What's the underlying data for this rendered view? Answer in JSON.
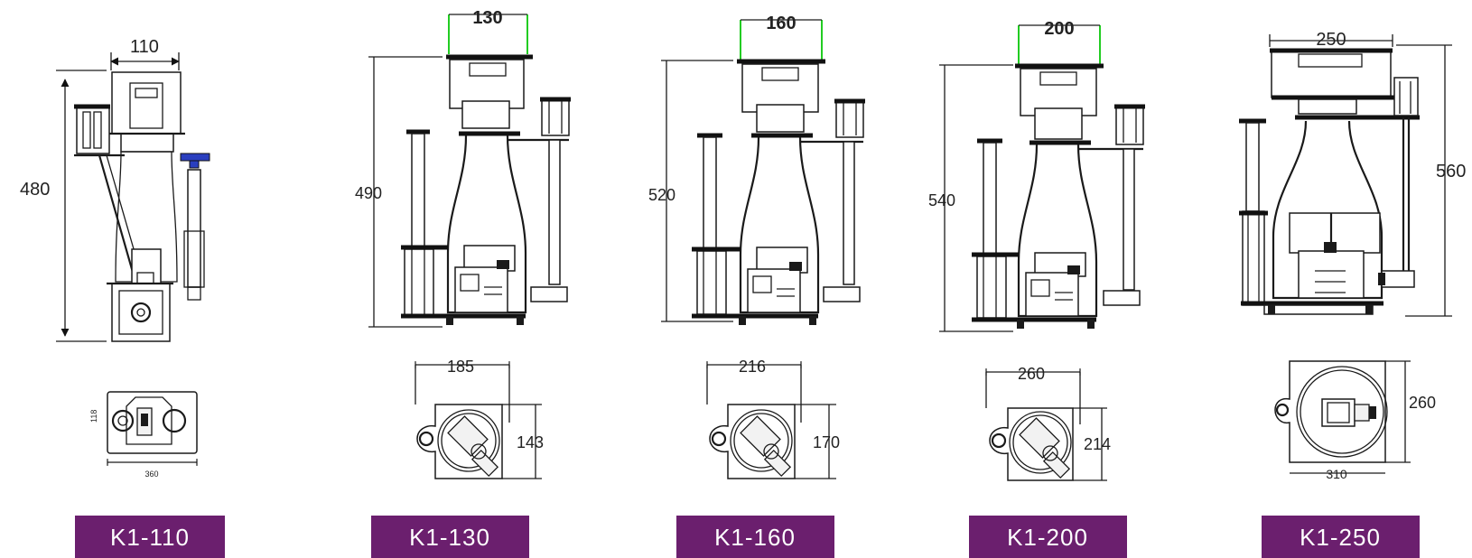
{
  "colors": {
    "badge": "#6b1f6e",
    "badge_text": "#ffffff",
    "accent_dim": "#22cc22",
    "pump_blue": "#2a3fbf"
  },
  "models": [
    {
      "label": "K1-110",
      "width_dim": "110",
      "height_dim": "480",
      "base_width_dim": "360",
      "base_depth_dim": "118"
    },
    {
      "label": "K1-130",
      "width_dim": "130",
      "height_dim": "490",
      "base_width_dim": "185",
      "base_depth_dim": "143"
    },
    {
      "label": "K1-160",
      "width_dim": "160",
      "height_dim": "520",
      "base_width_dim": "216",
      "base_depth_dim": "170"
    },
    {
      "label": "K1-200",
      "width_dim": "200",
      "height_dim": "540",
      "base_width_dim": "260",
      "base_depth_dim": "214"
    },
    {
      "label": "K1-250",
      "width_dim": "250",
      "height_dim": "560",
      "base_width_dim": "310",
      "base_depth_dim": "260"
    }
  ]
}
